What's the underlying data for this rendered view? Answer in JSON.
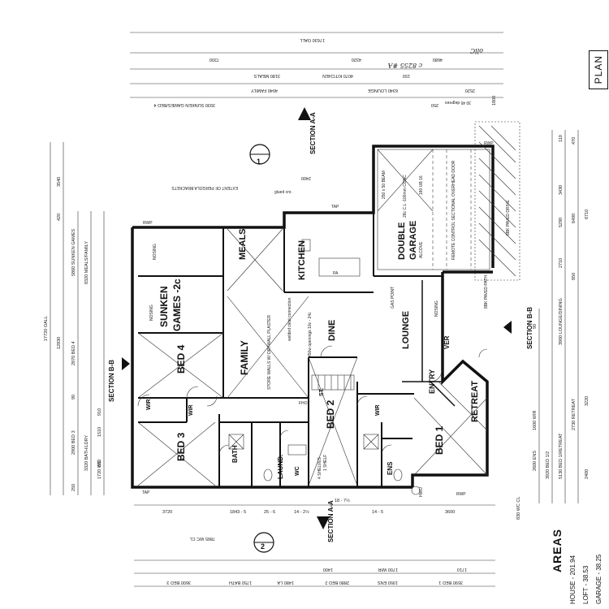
{
  "plan_label": "PLAN",
  "areas": {
    "title": "AREAS",
    "house": "HOUSE - 201.94",
    "loft": "LOFT - 38.53",
    "garage": "GARAGE - 38.25"
  },
  "rooms": {
    "meals": "MEALS",
    "kitchen": "KITCHEN",
    "double_garage_1": "DOUBLE",
    "double_garage_2": "GARAGE",
    "sunken_1": "SUNKEN",
    "sunken_2": "GAMES -2c",
    "family": "FAMILY",
    "dine": "DINE",
    "lounge": "LOUNGE",
    "bed4": "BED 4",
    "bed3": "BED 3",
    "bed2": "BED 2",
    "bed1": "BED 1",
    "retreat": "RETREAT",
    "entry": "ENTRY",
    "ver": "VER",
    "wir1": "WIR",
    "wir2": "WIR",
    "wir3": "WIR",
    "bath": "BATH",
    "laund": "LAUND.",
    "wc": "WC",
    "ens": "ENS",
    "st": "ST."
  },
  "sections": {
    "aa_top": "SECTION A-A",
    "aa_bottom": "SECTION A-A",
    "bb_left": "SECTION B-B",
    "bb_right": "SECTION B-B",
    "marker1": "1",
    "marker2": "2"
  },
  "notes": {
    "pergola": "EXTENT OF PERGOLA BRACKETS",
    "beam": "250 x 50 BEAM",
    "ub": "180 UB 16",
    "garage_slab": "28c C.L -100mm CONC",
    "garage_door": "REMOTE CONTROL SECTIONAL OVERHEAD DOOR",
    "bpaved": "8BK PAVED DRIVE",
    "bpaved_path": "8BK PAVED PATH",
    "gas_point": "GAS POINT",
    "alcove": "ALCOVE",
    "store_walls": "STORE WALLS W/ DRYWALL PLASTER",
    "welded": "welded cleat connection",
    "openings": "450w openings 10c - 24c",
    "bdry": "4 SHELVES",
    "shelf": "1 SHELF",
    "nosing1": "NOSING",
    "nosing2": "NOSING",
    "nosing3": "NOSING",
    "degrees": "30 45 degrees",
    "rwp": "RWP",
    "tap": "TAP",
    "hwu": "HWU",
    "fho": "FHO",
    "pa": "PA",
    "glued": "glued cnr."
  },
  "dims_top": {
    "r1": "17630 OALL",
    "r2a": "7200",
    "r2b": "4320",
    "r2c": "4680",
    "r3a": "3180 MEALS",
    "r3b": "4070 KITCHEN",
    "r4a": "4040 FAMILY",
    "r4b": "6340 LOUNGE",
    "r4c": "2520",
    "r5": "3930 SUNKEN GAMES/BED 4",
    "d250": "250",
    "d150": "150",
    "d1800": "1800",
    "d2400": "2400"
  },
  "dims_left": {
    "overall": "17720 OALL",
    "d3540": "3540",
    "d420": "420",
    "d12830": "12830",
    "d5860": "5860 SUNKEN GAMES",
    "d8320": "8320 MEALS/FAMILY",
    "d2870": "2870 BED 4",
    "d2900": "2900 BED 3",
    "d3320": "3320 BATH/LDRY",
    "d1720": "1720 WC",
    "d1510": "1510",
    "d250": "250",
    "d90": "90",
    "d830": "830",
    "d910": "910"
  },
  "dims_right": {
    "d3430": "3430",
    "d6490": "6490",
    "d6710": "6710",
    "d5290": "5290",
    "d2710": "2710",
    "d3900": "3900 LOUNGE/DINING",
    "d850": "850",
    "d110": "110",
    "d470": "470",
    "d90": "90",
    "d2600": "2600 ENS",
    "d3920": "3920 BED 1/2",
    "d5130": "5130 BED 1/RETREAT",
    "d2730": "2730 RETREAT",
    "d1600": "1600 WIR",
    "d3220": "3220",
    "d2400": "2400",
    "d830wc": "830 WC CL"
  },
  "dims_bottom": {
    "d3720": "3720",
    "d1843": "1843 - 5",
    "d25_6": "25 - 6",
    "d14_2": "14 - 2½",
    "d18_7": "18 - 7½",
    "d14_5": "14 - 5",
    "d3600": "3600",
    "d7865": "7865 WC CL",
    "r1a": "3600 BED 3",
    "r1b": "1750 BATH",
    "r1c": "1480 LA",
    "r1d": "2880 BED 2",
    "r1e": "1950 ENS",
    "r1f": "3590 BED 1",
    "r2a": "1400",
    "r2b": "1700 WIR",
    "r2c": "1710"
  },
  "hand_notes": {
    "n1": "c 8255 #A",
    "n2": "ollC"
  }
}
